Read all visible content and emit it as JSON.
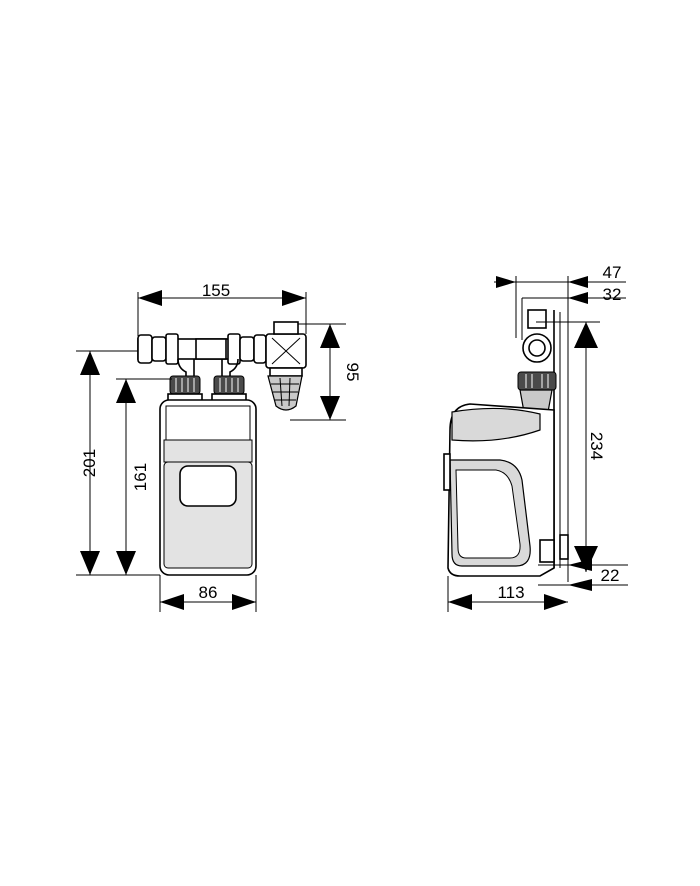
{
  "front_view": {
    "width_pipes": "155",
    "height_valve": "95",
    "height_total": "201",
    "height_body": "161",
    "width_body": "86"
  },
  "side_view": {
    "offset_outer": "47",
    "offset_inner": "32",
    "height_total": "234",
    "bottom_offset": "22",
    "depth": "113"
  }
}
